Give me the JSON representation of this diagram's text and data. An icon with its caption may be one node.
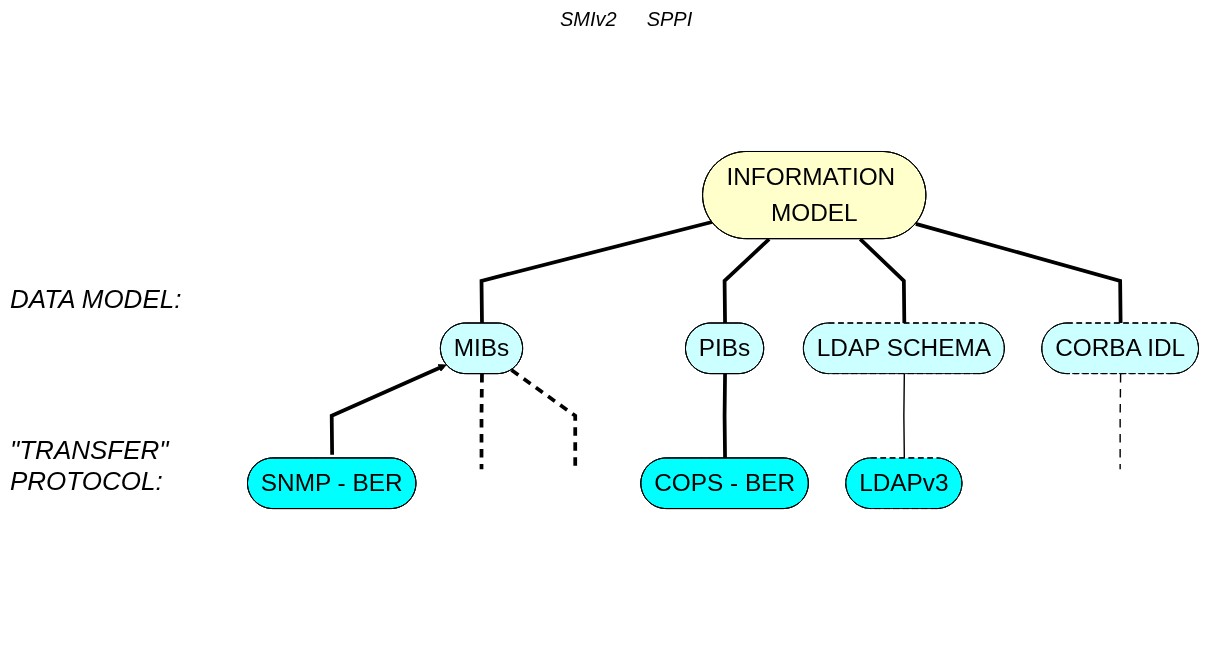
{
  "diagram": {
    "nodes": [
      {
        "text": [
          "INFORMATION MODEL"
        ]
      },
      {
        "text": [
          "MIBs"
        ]
      },
      {
        "text": [
          "PIBs"
        ]
      },
      {
        "text": [
          "LDAP SCHEMA"
        ]
      },
      {
        "text": [
          "CORBA IDL"
        ]
      },
      {
        "text": [
          "SNMP - BER"
        ]
      },
      {
        "text": [
          "COPS - BER"
        ]
      },
      {
        "text": [
          "LDAPv3"
        ]
      }
    ],
    "edges": [
      {
        "from": 0,
        "to": 1,
        "arrow": "none"
      },
      {
        "from": 0,
        "to": 2,
        "arrow": "none"
      },
      {
        "from": 0,
        "to": 3,
        "arrow": "none"
      },
      {
        "from": 0,
        "to": 4,
        "arrow": "none"
      },
      {
        "from": 5,
        "to": 1,
        "arrow": "to"
      },
      {
        "from": 1,
        "to": null,
        "arrow": "none",
        "style": "dashed"
      },
      {
        "from": 1,
        "to": null,
        "arrow": "none",
        "style": "dashed"
      },
      {
        "from": 2,
        "to": 6,
        "arrow": "none"
      },
      {
        "from": 3,
        "to": 7,
        "arrow": "none"
      },
      {
        "from": 4,
        "to": null,
        "arrow": "none",
        "style": "dashed"
      }
    ],
    "labels": [
      "SMIv2",
      "SPPI",
      "DATA MODEL:",
      "\"TRANSFER\" PROTOCOL:"
    ]
  }
}
